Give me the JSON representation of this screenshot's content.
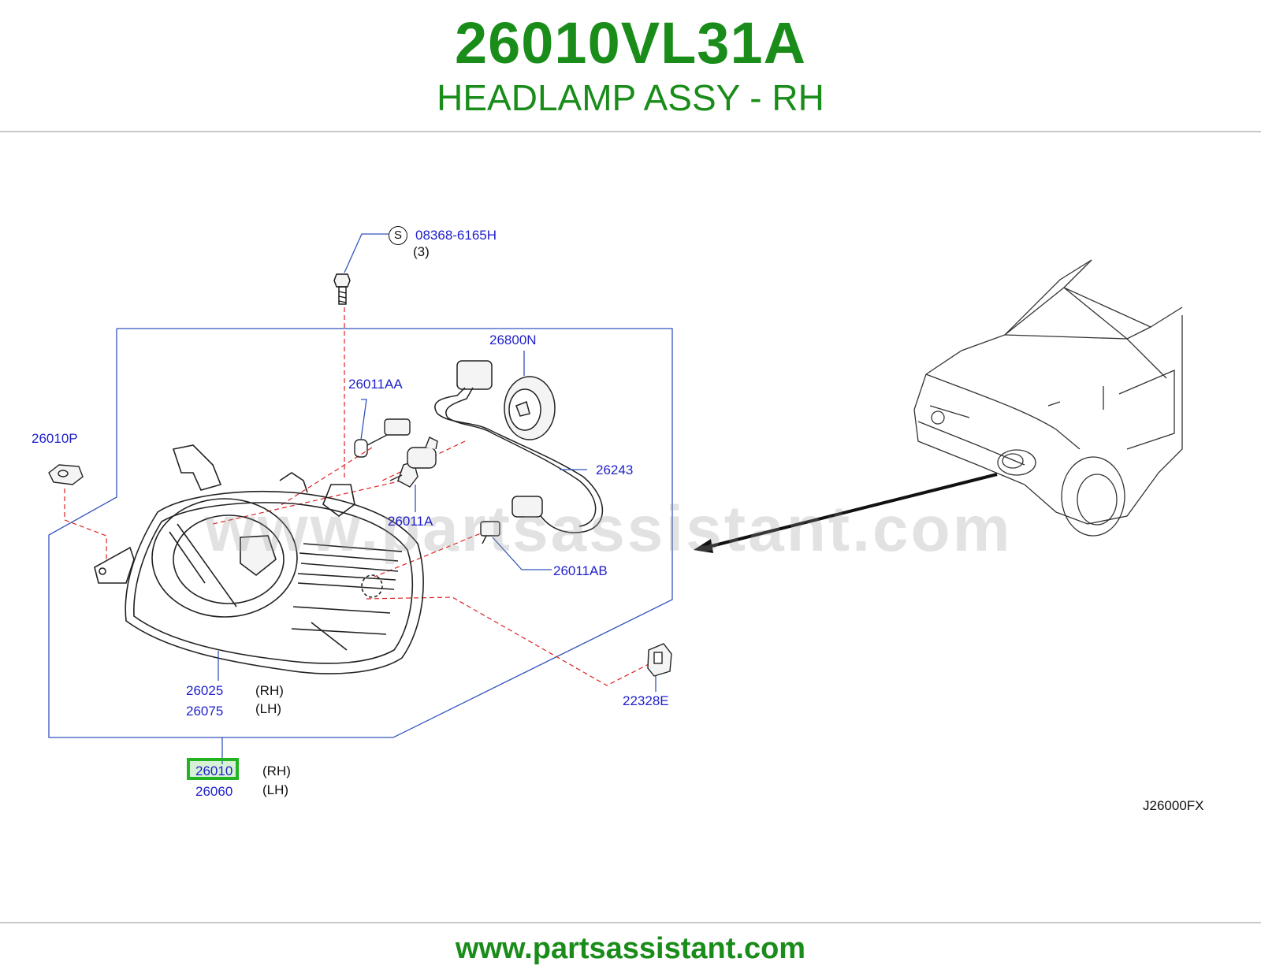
{
  "header": {
    "part_number": "26010VL31A",
    "description": "HEADLAMP ASSY - RH"
  },
  "diagram": {
    "watermark": "www.partsassistant.com",
    "figure_code": "J26000FX",
    "screw_symbol": "S",
    "callouts": [
      {
        "id": "screw",
        "part": "08368-6165H",
        "qty": "(3)"
      },
      {
        "id": "socket",
        "part": "26800N"
      },
      {
        "id": "bulb-aa",
        "part": "26011AA"
      },
      {
        "id": "bracket",
        "part": "26010P"
      },
      {
        "id": "harness",
        "part": "26243"
      },
      {
        "id": "bulb-a",
        "part": "26011A"
      },
      {
        "id": "bulb-ab",
        "part": "26011AB"
      },
      {
        "id": "lens",
        "part_rh": "26025",
        "part_lh": "26075",
        "side_rh": "(RH)",
        "side_lh": "(LH)"
      },
      {
        "id": "clip",
        "part": "22328E"
      },
      {
        "id": "assy",
        "part_rh": "26010",
        "part_lh": "26060",
        "side_rh": "(RH)",
        "side_lh": "(LH)"
      }
    ],
    "highlighted_part": "26010",
    "colors": {
      "title_green": "#1a8c1a",
      "callout_blue": "#1f1fcc",
      "highlight_green": "#22b422",
      "frame_blue": "#3355bb",
      "leader_red": "#dd2222"
    }
  },
  "footer": {
    "url": "www.partsassistant.com"
  }
}
